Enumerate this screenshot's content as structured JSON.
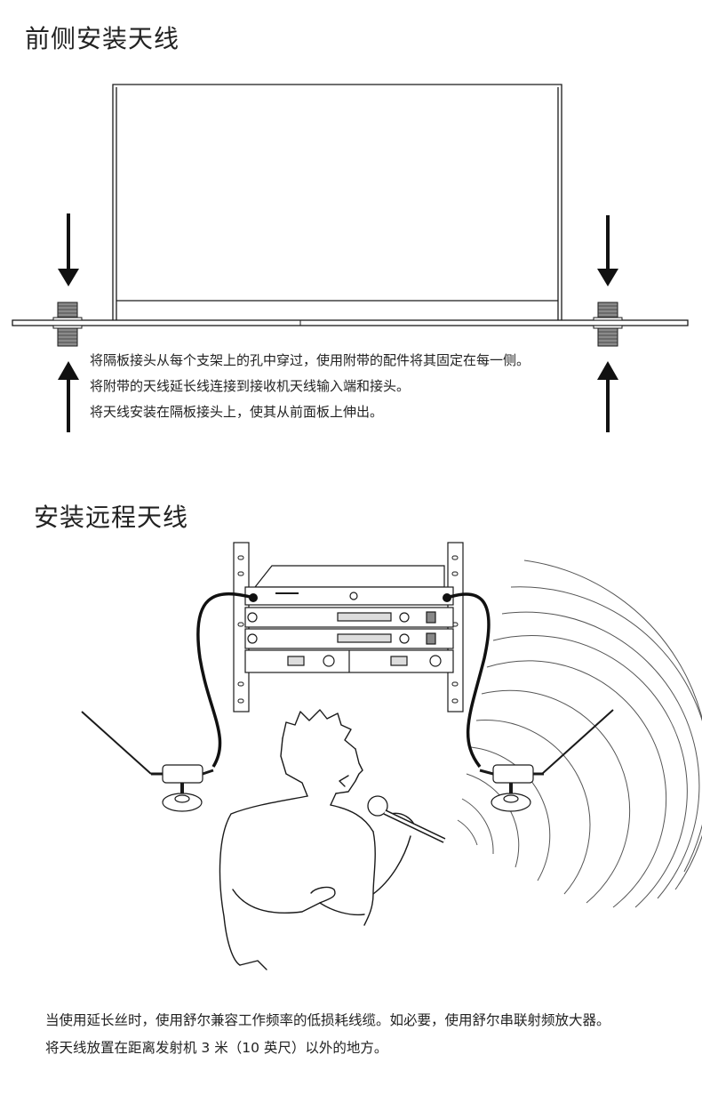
{
  "front": {
    "title": "前侧安装天线",
    "steps": [
      "将隔板接头从每个支架上的孔中穿过，使用附带的配件将其固定在每一侧。",
      "将附带的天线延长线连接到接收机天线输入端和接头。",
      "将天线安装在隔板接头上，使其从前面板上伸出。"
    ]
  },
  "remote": {
    "title": "安装远程天线",
    "notes": [
      "当使用延长丝时，使用舒尔兼容工作频率的低损耗线缆。如必要，使用舒尔串联射频放大器。",
      "将天线放置在距离发射机 3 米（10 英尺）以外的地方。"
    ]
  },
  "icons": {
    "arrow_down": "arrow-down-icon",
    "arrow_up": "arrow-up-icon"
  },
  "colors": {
    "line": "#1a1a1a",
    "connector": "#555555"
  }
}
